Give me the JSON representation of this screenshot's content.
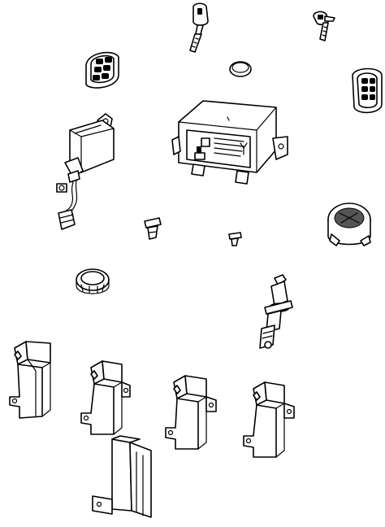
{
  "diagram": {
    "parts": [
      {
        "id": "key-fob-blade"
      },
      {
        "id": "key-blade-small"
      },
      {
        "id": "remote-fob-left"
      },
      {
        "id": "coin-battery"
      },
      {
        "id": "remote-fob-right"
      },
      {
        "id": "antenna-module"
      },
      {
        "id": "control-module"
      },
      {
        "id": "push-clip-large"
      },
      {
        "id": "push-clip-small"
      },
      {
        "id": "ignition-switch"
      },
      {
        "id": "lock-ring"
      },
      {
        "id": "lock-cylinder"
      },
      {
        "id": "mount-bracket-1"
      },
      {
        "id": "mount-bracket-2"
      },
      {
        "id": "mount-bracket-3"
      },
      {
        "id": "mount-bracket-4"
      },
      {
        "id": "mount-bracket-5"
      }
    ]
  }
}
